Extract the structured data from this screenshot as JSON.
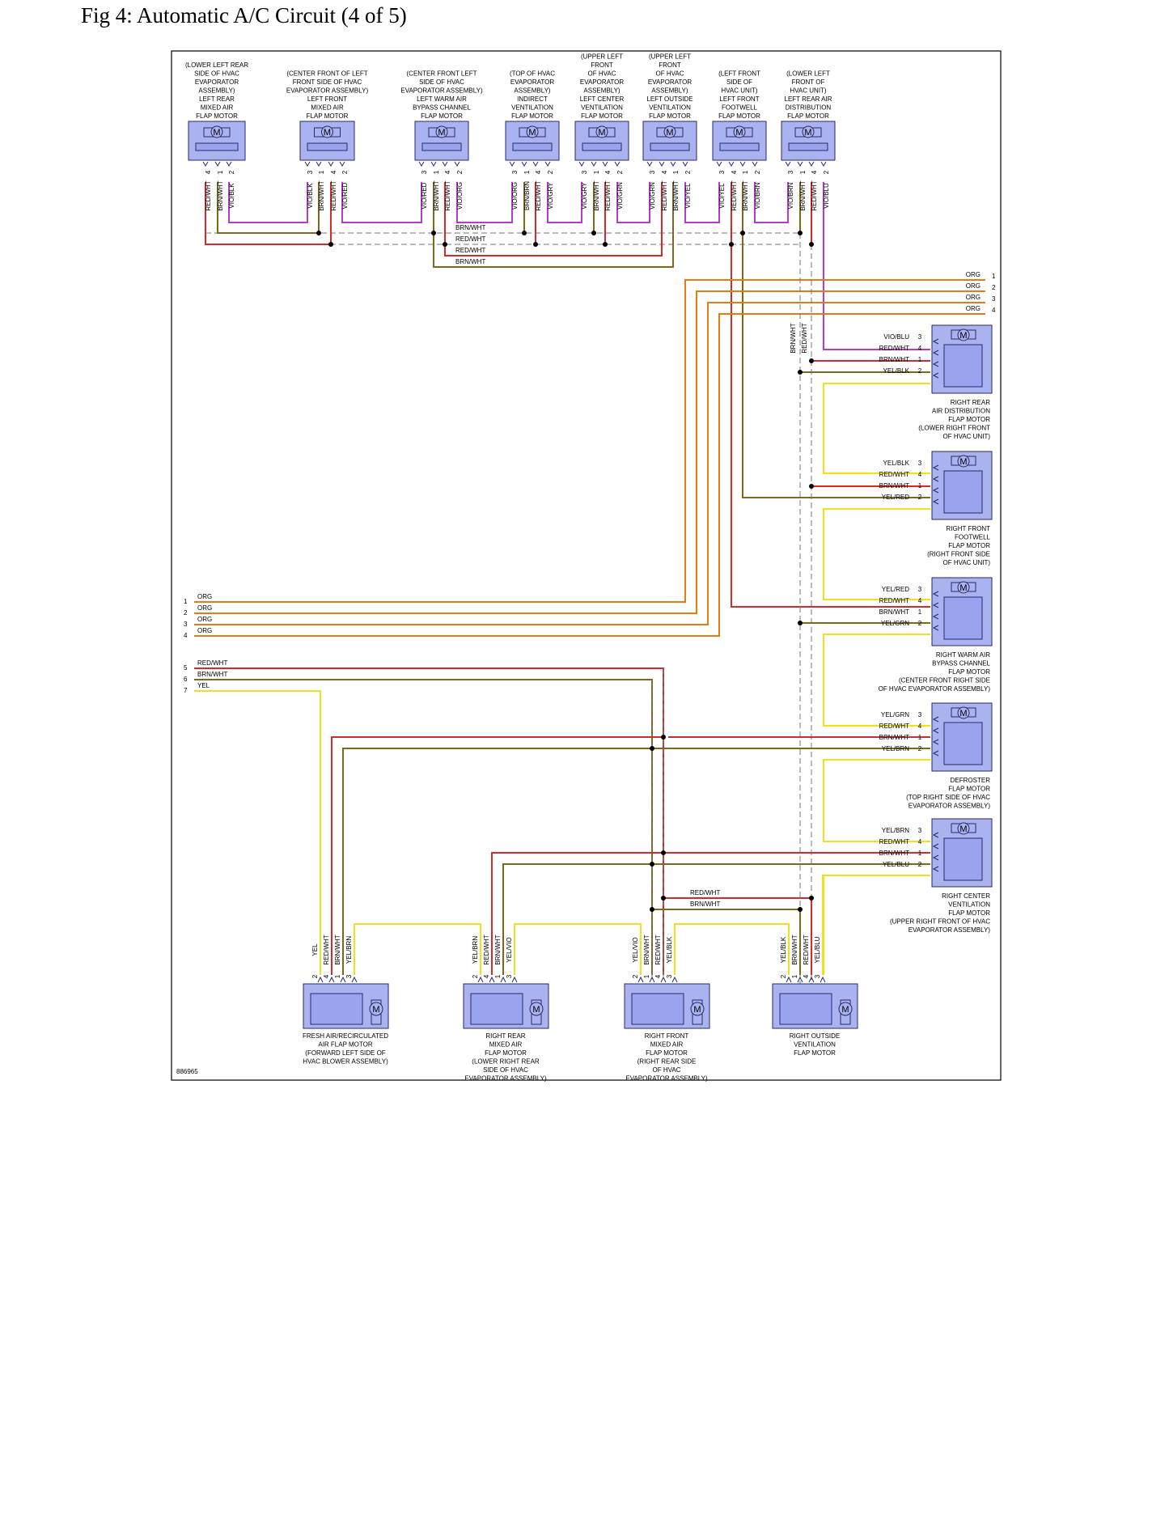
{
  "title": "Fig 4: Automatic A/C Circuit (4 of 5)",
  "diagram_id": "886965",
  "colors": {
    "RED": "#d42a2a",
    "BRN": "#7a6a1a",
    "VIO": "#b43cc8",
    "ORG": "#e87b10",
    "YEL": "#f0e020",
    "GRN": "#7ac82a",
    "BLU": "#3c3ce8",
    "BLK": "#333333",
    "GRY": "#8c8c8c"
  },
  "top_components": [
    {
      "id": "t1",
      "lines": [
        "(LOWER LEFT REAR",
        "SIDE OF HVAC",
        "EVAPORATOR",
        "ASSEMBLY)",
        "LEFT REAR",
        "MIXED AIR",
        "FLAP MOTOR"
      ],
      "pins": [
        {
          "n": "4",
          "w": "RED/WHT"
        },
        {
          "n": "1",
          "w": "BRN/WHT"
        },
        {
          "n": "2",
          "w": "VIO/BLK"
        }
      ]
    },
    {
      "id": "t2",
      "lines": [
        "(CENTER FRONT OF LEFT",
        "FRONT SIDE OF HVAC",
        "EVAPORATOR ASSEMBLY)",
        "LEFT FRONT",
        "MIXED AIR",
        "FLAP MOTOR"
      ],
      "pins": [
        {
          "n": "3",
          "w": "VIO/BLK"
        },
        {
          "n": "1",
          "w": "BRN/WHT"
        },
        {
          "n": "4",
          "w": "RED/WHT"
        },
        {
          "n": "2",
          "w": "VIO/RED"
        }
      ]
    },
    {
      "id": "t3",
      "lines": [
        "(CENTER FRONT LEFT",
        "SIDE OF HVAC",
        "EVAPORATOR ASSEMBLY)",
        "LEFT WARM AIR",
        "BYPASS CHANNEL",
        "FLAP MOTOR"
      ],
      "pins": [
        {
          "n": "3",
          "w": "VIO/RED"
        },
        {
          "n": "1",
          "w": "BRN/WHT"
        },
        {
          "n": "4",
          "w": "RED/WHT"
        },
        {
          "n": "2",
          "w": "VIO/ORG"
        }
      ]
    },
    {
      "id": "t4",
      "lines": [
        "(TOP OF HVAC",
        "EVAPORATOR",
        "ASSEMBLY)",
        "INDIRECT",
        "VENTILATION",
        "FLAP MOTOR"
      ],
      "pins": [
        {
          "n": "3",
          "w": "VIO/ORG"
        },
        {
          "n": "1",
          "w": "BRN/BRN"
        },
        {
          "n": "4",
          "w": "RED/WHT"
        },
        {
          "n": "2",
          "w": "VIO/GRY"
        }
      ]
    },
    {
      "id": "t5",
      "lines": [
        "(UPPER LEFT",
        "FRONT",
        "OF HVAC",
        "EVAPORATOR",
        "ASSEMBLY)",
        "LEFT CENTER",
        "VENTILATION",
        "FLAP MOTOR"
      ],
      "pins": [
        {
          "n": "3",
          "w": "VIO/GRY"
        },
        {
          "n": "1",
          "w": "BRN/WHT"
        },
        {
          "n": "4",
          "w": "RED/WHT"
        },
        {
          "n": "2",
          "w": "VIO/GRN"
        }
      ]
    },
    {
      "id": "t6",
      "lines": [
        "(UPPER LEFT",
        "FRONT",
        "OF HVAC",
        "EVAPORATOR",
        "ASSEMBLY)",
        "LEFT OUTSIDE",
        "VENTILATION",
        "FLAP MOTOR"
      ],
      "pins": [
        {
          "n": "3",
          "w": "VIO/GRN"
        },
        {
          "n": "4",
          "w": "RED/WHT"
        },
        {
          "n": "1",
          "w": "BRN/WHT"
        },
        {
          "n": "2",
          "w": "VIO/YEL"
        }
      ]
    },
    {
      "id": "t7",
      "lines": [
        "(LEFT FRONT",
        "SIDE OF",
        "HVAC UNIT)",
        "LEFT FRONT",
        "FOOTWELL",
        "FLAP MOTOR"
      ],
      "pins": [
        {
          "n": "3",
          "w": "VIO/YEL"
        },
        {
          "n": "4",
          "w": "RED/WHT"
        },
        {
          "n": "1",
          "w": "BRN/WHT"
        },
        {
          "n": "2",
          "w": "VIO/BRN"
        }
      ]
    },
    {
      "id": "t8",
      "lines": [
        "(LOWER LEFT",
        "FRONT OF",
        "HVAC UNIT)",
        "LEFT REAR AIR",
        "DISTRIBUTION",
        "FLAP MOTOR"
      ],
      "pins": [
        {
          "n": "3",
          "w": "VIO/BRN"
        },
        {
          "n": "1",
          "w": "BRN/WHT"
        },
        {
          "n": "4",
          "w": "RED/WHT"
        },
        {
          "n": "2",
          "w": "VIO/BLU"
        }
      ]
    }
  ],
  "right_components": [
    {
      "id": "r1",
      "lines": [
        "RIGHT REAR",
        "AIR DISTRIBUTION",
        "FLAP MOTOR",
        "(LOWER RIGHT FRONT",
        "OF HVAC UNIT)"
      ],
      "pins": [
        {
          "n": "3",
          "w": "VIO/BLU"
        },
        {
          "n": "4",
          "w": "RED/WHT"
        },
        {
          "n": "1",
          "w": "BRN/WHT"
        },
        {
          "n": "2",
          "w": "YEL/BLK"
        }
      ]
    },
    {
      "id": "r2",
      "lines": [
        "RIGHT FRONT",
        "FOOTWELL",
        "FLAP MOTOR",
        "(RIGHT FRONT SIDE",
        "OF HVAC UNIT)"
      ],
      "pins": [
        {
          "n": "3",
          "w": "YEL/BLK"
        },
        {
          "n": "4",
          "w": "RED/WHT"
        },
        {
          "n": "1",
          "w": "BRN/WHT"
        },
        {
          "n": "2",
          "w": "YEL/RED"
        }
      ]
    },
    {
      "id": "r3",
      "lines": [
        "RIGHT WARM AIR",
        "BYPASS CHANNEL",
        "FLAP MOTOR",
        "(CENTER FRONT RIGHT SIDE",
        "OF HVAC EVAPORATOR ASSEMBLY)"
      ],
      "pins": [
        {
          "n": "3",
          "w": "YEL/RED"
        },
        {
          "n": "4",
          "w": "RED/WHT"
        },
        {
          "n": "1",
          "w": "BRN/WHT"
        },
        {
          "n": "2",
          "w": "YEL/GRN"
        }
      ]
    },
    {
      "id": "r4",
      "lines": [
        "DEFROSTER",
        "FLAP MOTOR",
        "(TOP RIGHT SIDE OF HVAC",
        "EVAPORATOR ASSEMBLY)"
      ],
      "pins": [
        {
          "n": "3",
          "w": "YEL/GRN"
        },
        {
          "n": "4",
          "w": "RED/WHT"
        },
        {
          "n": "1",
          "w": "BRN/WHT"
        },
        {
          "n": "2",
          "w": "YEL/BRN"
        }
      ]
    },
    {
      "id": "r5",
      "lines": [
        "RIGHT CENTER",
        "VENTILATION",
        "FLAP MOTOR",
        "(UPPER RIGHT FRONT OF HVAC",
        "EVAPORATOR ASSEMBLY)"
      ],
      "pins": [
        {
          "n": "3",
          "w": "YEL/BRN"
        },
        {
          "n": "4",
          "w": "RED/WHT"
        },
        {
          "n": "1",
          "w": "BRN/WHT"
        },
        {
          "n": "2",
          "w": "YEL/BLU"
        }
      ]
    }
  ],
  "bottom_components": [
    {
      "id": "b1",
      "lines": [
        "FRESH AIR/RECIRCULATED",
        "AIR FLAP MOTOR",
        "(FORWARD LEFT SIDE OF",
        "HVAC BLOWER ASSEMBLY)"
      ],
      "pins": [
        {
          "n": "2",
          "w": "YEL"
        },
        {
          "n": "4",
          "w": "RED/WHT"
        },
        {
          "n": "1",
          "w": "BRN/WHT"
        },
        {
          "n": "3",
          "w": "YEL/BRN"
        }
      ]
    },
    {
      "id": "b2",
      "lines": [
        "RIGHT REAR",
        "MIXED AIR",
        "FLAP MOTOR",
        "(LOWER RIGHT REAR",
        "SIDE OF HVAC",
        "EVAPORATOR ASSEMBLY)"
      ],
      "pins": [
        {
          "n": "2",
          "w": "YEL/BRN"
        },
        {
          "n": "4",
          "w": "RED/WHT"
        },
        {
          "n": "1",
          "w": "BRN/WHT"
        },
        {
          "n": "3",
          "w": "YEL/VIO"
        }
      ]
    },
    {
      "id": "b3",
      "lines": [
        "RIGHT FRONT",
        "MIXED AIR",
        "FLAP MOTOR",
        "(RIGHT REAR SIDE",
        "OF HVAC",
        "EVAPORATOR ASSEMBLY)"
      ],
      "pins": [
        {
          "n": "2",
          "w": "YEL/VIO"
        },
        {
          "n": "1",
          "w": "BRN/WHT"
        },
        {
          "n": "4",
          "w": "RED/WHT"
        },
        {
          "n": "3",
          "w": "YEL/BLK"
        }
      ]
    },
    {
      "id": "b4",
      "lines": [
        "RIGHT OUTSIDE",
        "VENTILATION",
        "FLAP MOTOR"
      ],
      "pins": [
        {
          "n": "2",
          "w": "YEL/BLK"
        },
        {
          "n": "1",
          "w": "BRN/WHT"
        },
        {
          "n": "4",
          "w": "RED/WHT"
        },
        {
          "n": "3",
          "w": "YEL/BLU"
        }
      ]
    }
  ],
  "bus_labels": [
    "BRN/WHT",
    "RED/WHT",
    "RED/WHT",
    "BRN/WHT"
  ],
  "org_right": [
    {
      "n": "1",
      "w": "ORG"
    },
    {
      "n": "2",
      "w": "ORG"
    },
    {
      "n": "3",
      "w": "ORG"
    },
    {
      "n": "4",
      "w": "ORG"
    }
  ],
  "org_left": [
    {
      "n": "1",
      "w": "ORG"
    },
    {
      "n": "2",
      "w": "ORG"
    },
    {
      "n": "3",
      "w": "ORG"
    },
    {
      "n": "4",
      "w": "ORG"
    }
  ],
  "left_inputs": [
    {
      "n": "5",
      "w": "RED/WHT"
    },
    {
      "n": "6",
      "w": "BRN/WHT"
    },
    {
      "n": "7",
      "w": "YEL"
    }
  ],
  "vertical_labels": [
    "BRN/WHT",
    "RED/WHT"
  ],
  "mid_labels": [
    "RED/WHT",
    "BRN/WHT"
  ],
  "motor_symbol": "M"
}
